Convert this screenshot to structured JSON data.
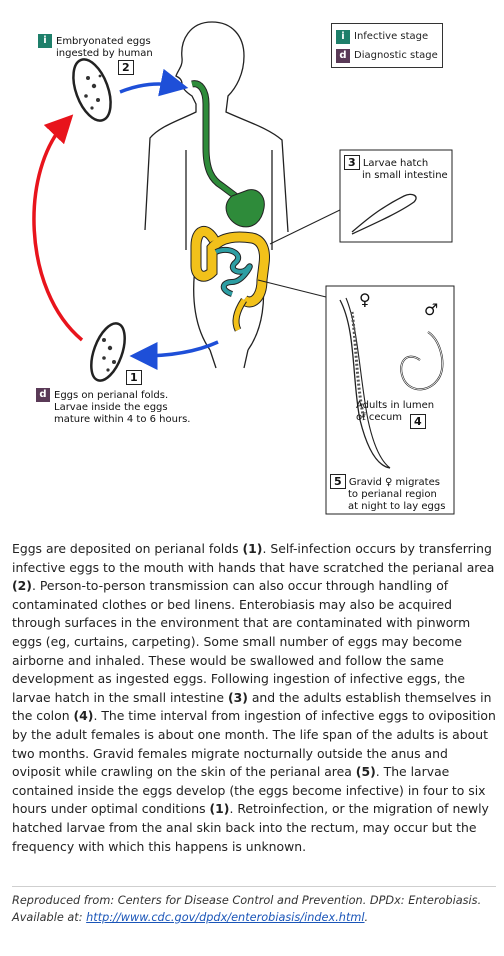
{
  "legend": {
    "infective": {
      "badge": "i",
      "label": "Infective stage"
    },
    "diagnostic": {
      "badge": "d",
      "label": "Diagnostic stage"
    }
  },
  "stages": {
    "s1": {
      "num": "1",
      "badge": "d",
      "line1": "Eggs on perianal folds.",
      "line2": "Larvae inside the eggs",
      "line3": "mature within 4 to 6 hours."
    },
    "s2": {
      "num": "2",
      "badge": "i",
      "line1": "Embryonated eggs",
      "line2": "ingested by human"
    },
    "s3": {
      "num": "3",
      "line1": "Larvae hatch",
      "line2": "in small intestine"
    },
    "s4": {
      "num": "4",
      "line1": "Adults in lumen",
      "line2": "of cecum"
    },
    "s5": {
      "num": "5",
      "line1": "Gravid ♀ migrates",
      "line2": "to perianal region",
      "line3": "at night to lay eggs"
    }
  },
  "symbols": {
    "female": "♀",
    "male": "♂"
  },
  "colors": {
    "infective": "#1e7f6a",
    "diagnostic": "#5a3a57",
    "red_arrow": "#e8141c",
    "blue_arrow": "#1e4fd8",
    "intestine": "#f2c11a",
    "gut": "#2e8b3a",
    "cecum": "#2c9ea3"
  },
  "description": [
    {
      "t": "Eggs are deposited on perianal folds ",
      "b": false
    },
    {
      "t": "(1)",
      "b": true
    },
    {
      "t": ". Self-infection occurs by transferring infective eggs to the mouth with hands that have scratched the perianal area ",
      "b": false
    },
    {
      "t": "(2)",
      "b": true
    },
    {
      "t": ". Person-to-person transmission can also occur through handling of contaminated clothes or bed linens. Enterobiasis may also be acquired through surfaces in the environment that are contaminated with pinworm eggs (eg, curtains, carpeting). Some small number of eggs may become airborne and inhaled. These would be swallowed and follow the same development as ingested eggs. Following ingestion of infective eggs, the larvae hatch in the small intestine ",
      "b": false
    },
    {
      "t": "(3)",
      "b": true
    },
    {
      "t": " and the adults establish themselves in the colon ",
      "b": false
    },
    {
      "t": "(4)",
      "b": true
    },
    {
      "t": ". The time interval from ingestion of infective eggs to oviposition by the adult females is about one month. The life span of the adults is about two months. Gravid females migrate nocturnally outside the anus and oviposit while crawling on the skin of the perianal area ",
      "b": false
    },
    {
      "t": "(5)",
      "b": true
    },
    {
      "t": ". The larvae contained inside the eggs develop (the eggs become infective) in four to six hours under optimal conditions ",
      "b": false
    },
    {
      "t": "(1)",
      "b": true
    },
    {
      "t": ". Retroinfection, or the migration of newly hatched larvae from the anal skin back into the rectum, may occur but the frequency with which this happens is unknown.",
      "b": false
    }
  ],
  "reference": {
    "text": "Reproduced from: Centers for Disease Control and Prevention. DPDx: Enterobiasis. Available at: ",
    "link": "http://www.cdc.gov/dpdx/enterobiasis/index.html",
    "suffix": "."
  }
}
